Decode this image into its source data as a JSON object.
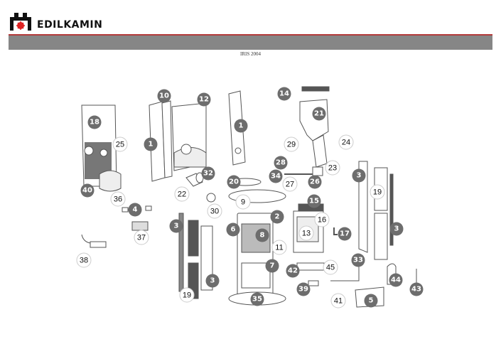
{
  "header": {
    "brand": "EDILKAMIN",
    "model_title": "IRIS 2004"
  },
  "colors": {
    "brand_red": "#b33a3a",
    "band_gray": "#868686",
    "callout_fill": "#6d6d6d"
  },
  "callouts": [
    {
      "num": "10",
      "style": "filled"
    },
    {
      "num": "12",
      "style": "filled"
    },
    {
      "num": "1",
      "style": "filled"
    },
    {
      "num": "18",
      "style": "filled"
    },
    {
      "num": "25",
      "style": "outlined"
    },
    {
      "num": "40",
      "style": "filled"
    },
    {
      "num": "22",
      "style": "outlined"
    },
    {
      "num": "32",
      "style": "filled"
    },
    {
      "num": "36",
      "style": "outlined"
    },
    {
      "num": "4",
      "style": "filled"
    },
    {
      "num": "37",
      "style": "outlined"
    },
    {
      "num": "38",
      "style": "outlined"
    },
    {
      "num": "30",
      "style": "outlined"
    },
    {
      "num": "3",
      "style": "filled"
    },
    {
      "num": "3",
      "style": "filled"
    },
    {
      "num": "19",
      "style": "outlined"
    },
    {
      "num": "1",
      "style": "filled"
    },
    {
      "num": "14",
      "style": "filled"
    },
    {
      "num": "21",
      "style": "filled"
    },
    {
      "num": "29",
      "style": "outlined"
    },
    {
      "num": "24",
      "style": "outlined"
    },
    {
      "num": "28",
      "style": "filled"
    },
    {
      "num": "23",
      "style": "outlined"
    },
    {
      "num": "34",
      "style": "filled"
    },
    {
      "num": "27",
      "style": "outlined"
    },
    {
      "num": "26",
      "style": "filled"
    },
    {
      "num": "20",
      "style": "filled"
    },
    {
      "num": "9",
      "style": "outlined"
    },
    {
      "num": "15",
      "style": "filled"
    },
    {
      "num": "2",
      "style": "filled"
    },
    {
      "num": "6",
      "style": "filled"
    },
    {
      "num": "8",
      "style": "filled"
    },
    {
      "num": "16",
      "style": "outlined"
    },
    {
      "num": "13",
      "style": "outlined"
    },
    {
      "num": "17",
      "style": "filled"
    },
    {
      "num": "11",
      "style": "outlined"
    },
    {
      "num": "7",
      "style": "filled"
    },
    {
      "num": "42",
      "style": "filled"
    },
    {
      "num": "45",
      "style": "outlined"
    },
    {
      "num": "33",
      "style": "filled"
    },
    {
      "num": "39",
      "style": "filled"
    },
    {
      "num": "41",
      "style": "outlined"
    },
    {
      "num": "5",
      "style": "filled"
    },
    {
      "num": "35",
      "style": "filled"
    },
    {
      "num": "3",
      "style": "filled"
    },
    {
      "num": "19",
      "style": "outlined"
    },
    {
      "num": "3",
      "style": "filled"
    },
    {
      "num": "44",
      "style": "filled"
    },
    {
      "num": "43",
      "style": "filled"
    }
  ]
}
